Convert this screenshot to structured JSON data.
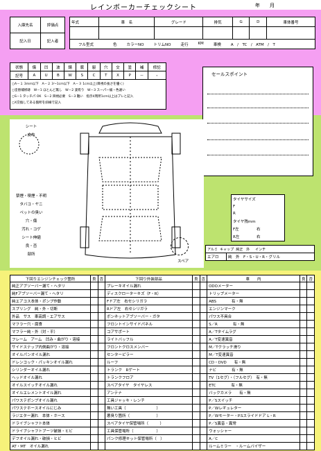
{
  "header": {
    "title": "レインボーカーチェックシート",
    "year_label": "年",
    "month_label": "月"
  },
  "top_form": {
    "customer_label": "入庫先名",
    "evaluator_label": "評価点",
    "entry_label": "記入日",
    "recorder_label": "記入者",
    "year_type_label": "年式",
    "car_name_label": "車　名",
    "grade_label": "グレード",
    "displacement_label": "排気",
    "g": "G",
    "d": "D",
    "chassis_label": "車体番号",
    "full_model_label": "フル型式",
    "color_label": "色",
    "color_no_label": "カラーNO",
    "trim_no_label": "トリムNO",
    "mileage_label": "走行",
    "km_label": "KM",
    "inspection_label": "車検",
    "transmission_label": "A　/　TC　/　ATM　/　T"
  },
  "damage_table": {
    "row1": [
      "状態",
      "傷",
      "凹",
      "波",
      "錆",
      "腐",
      "裂",
      "穴",
      "交",
      "塗",
      "補",
      "修記"
    ],
    "row2": [
      "記号",
      "A",
      "U",
      "B",
      "W",
      "S",
      "C",
      "T",
      "X",
      "P",
      "－",
      "・"
    ]
  },
  "legend_lines": [
    "○A－１ 3mm以下　A－２ 3～1cm以下　A－３ 1cm以上(目視の長さを優く)",
    "○塗替補修跡　W－1 ほとんど無し　W－2 波有り　W－3 スーパー級・色違い",
    "○S－1 タッチパ OK　S－2 目視必要　S－3 難い　指示4周所1cm以上はプレと記入",
    "○X交換してある箇所を斜線で記入"
  ],
  "sales_point_label": "セールスポイント",
  "interior_labels": [
    "シート",
    "皮布",
    "禁煙・喫煙・不明",
    "タバコ・ヤニ",
    "ペットの臭い",
    "穴・傷",
    "汚れ・コゲ",
    "シート伸縮",
    "良・否",
    "部所"
  ],
  "tire": {
    "tire_size_label": "タイヤサイズ",
    "f": "F",
    "r": "R",
    "tread_label": "タイヤ残mm",
    "f_left": "F左",
    "f_right": "右",
    "r_left": "R左",
    "r_right": "右"
  },
  "spare_label": "スペア",
  "bottom_info": {
    "alumi": "アルミ",
    "cap": "キャップ",
    "genuine": "純正",
    "outside": "外",
    "inch": "インチ",
    "aero": "エアロ",
    "aero_options": "純　外　F・S・U・R・グリル"
  },
  "check_tables": {
    "col1_header": "下回りエンジンチェック箇所",
    "col2_header": "下回り外装部品",
    "col3_header": "車　　内",
    "good": "良",
    "bad": "否",
    "col1_items": [
      "純正アブソーバー漏て・ヘタリ",
      "純Fアブソーバー漏て・ヘタリ",
      "純エアコス本体・ポンプ作動",
      "スプリング　純・外・切断",
      "外品　サス　車高調・エアサス",
      "マフラー穴・腐食",
      "マフラー純・外（対・平）",
      "フレーム　アーム　凹み・曲がり・溶接",
      "サイドステップ内側曲がり・溶接",
      "オイルパンオイル漏れ",
      "ドレンコック・パッキンオイル漏れ",
      "シリンダーオイル漏れ",
      "ヘッドオイル漏れ",
      "オイルスイッチオイル漏れ",
      "オイルエレメントオイル漏れ",
      "パワステポンプオイル漏れ",
      "パワステホースオイルにじみ",
      "ラジエター漏れ　本体・ホース",
      "ドライブシャフト本体",
      "ドライブシャフトブーツ破損・ヒビ",
      "デフオイル漏れ・破損・ヒビ",
      "AT・MT　オイル漏れ"
    ],
    "col2_items": [
      "ブレーキオイル漏れ",
      "ディスクローターキズ（F・R）",
      "Fドア左　右セシリガラ",
      "Rドア左　右セシリガラ",
      "ボンネットアブソーバー・ガタ",
      "フロントインサイドパネル",
      "コアサポート",
      "ライトバッフル",
      "フロントクロスメンバー",
      "センターピラー",
      "ルーフ",
      "トランク　Rゲート",
      "トランクフロア",
      "スペアタイヤ　タイヤレス",
      "アンテナ",
      "工具ジャッキ・レンチ",
      "無い工具（　　　　　　　　）",
      "悪臭り箇所（　　　　　　　）",
      "スペアタイヤ保管場所（　　　）",
      "工具保管場所（　　　　　　）",
      "パンク修理キット保管場所（　）",
      ""
    ],
    "col3_items": [
      "ODOメーター",
      "トリップメーター",
      "ABS　　　　有・無",
      "エンジンマーク",
      "パワス不具合",
      "S／R　　　　有・無",
      "A／Tタイムラグ",
      "A／T変速異音",
      "M／Tクラッチ滑り",
      "M／T変速異音",
      "CD・DVD　　有・無",
      "ナビ　　　　有・無",
      "TV（1セグ）・（フルセグ）　有・無",
      "ETC　　　　有・無",
      "バックカメラ　　有・無",
      "P／Sスイッチ",
      "P／Wレギュレター",
      "P／Wモーター・P.Sスライドドア L・R",
      "P／S異音・異常",
      "ウォッシャー",
      "A／C",
      "ルームミラー　・ルームバイザー"
    ]
  }
}
